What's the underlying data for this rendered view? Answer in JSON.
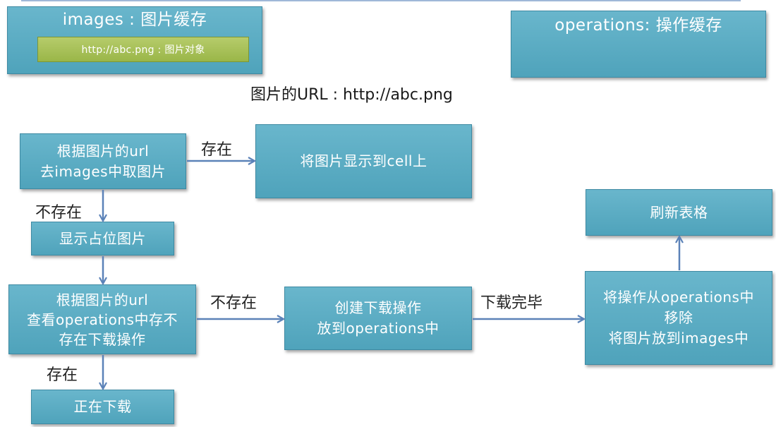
{
  "images_box": {
    "title": "images : 图片缓存",
    "item": "http://abc.png : 图片对象"
  },
  "operations_box": {
    "title": "operations: 操作缓存"
  },
  "url_caption": "图片的URL : http://abc.png",
  "nodes": {
    "lookup_images": "根据图片的url\n去images中取图片",
    "show_in_cell": "将图片显示到cell上",
    "show_placeholder": "显示占位图片",
    "check_operations": "根据图片的url\n查看operations中存不\n存在下载操作",
    "downloading": "正在下载",
    "create_operation": "创建下载操作\n放到operations中",
    "on_finish": "将操作从operations中\n移除\n将图片放到images中",
    "refresh_table": "刷新表格"
  },
  "edge_labels": {
    "exists_1": "存在",
    "not_exists_1": "不存在",
    "not_exists_2": "不存在",
    "exists_2": "存在",
    "download_done": "下载完毕"
  },
  "colors": {
    "box": "#5aacc3",
    "inner_box": "#a9c25b",
    "arrow": "#5b82b8"
  }
}
